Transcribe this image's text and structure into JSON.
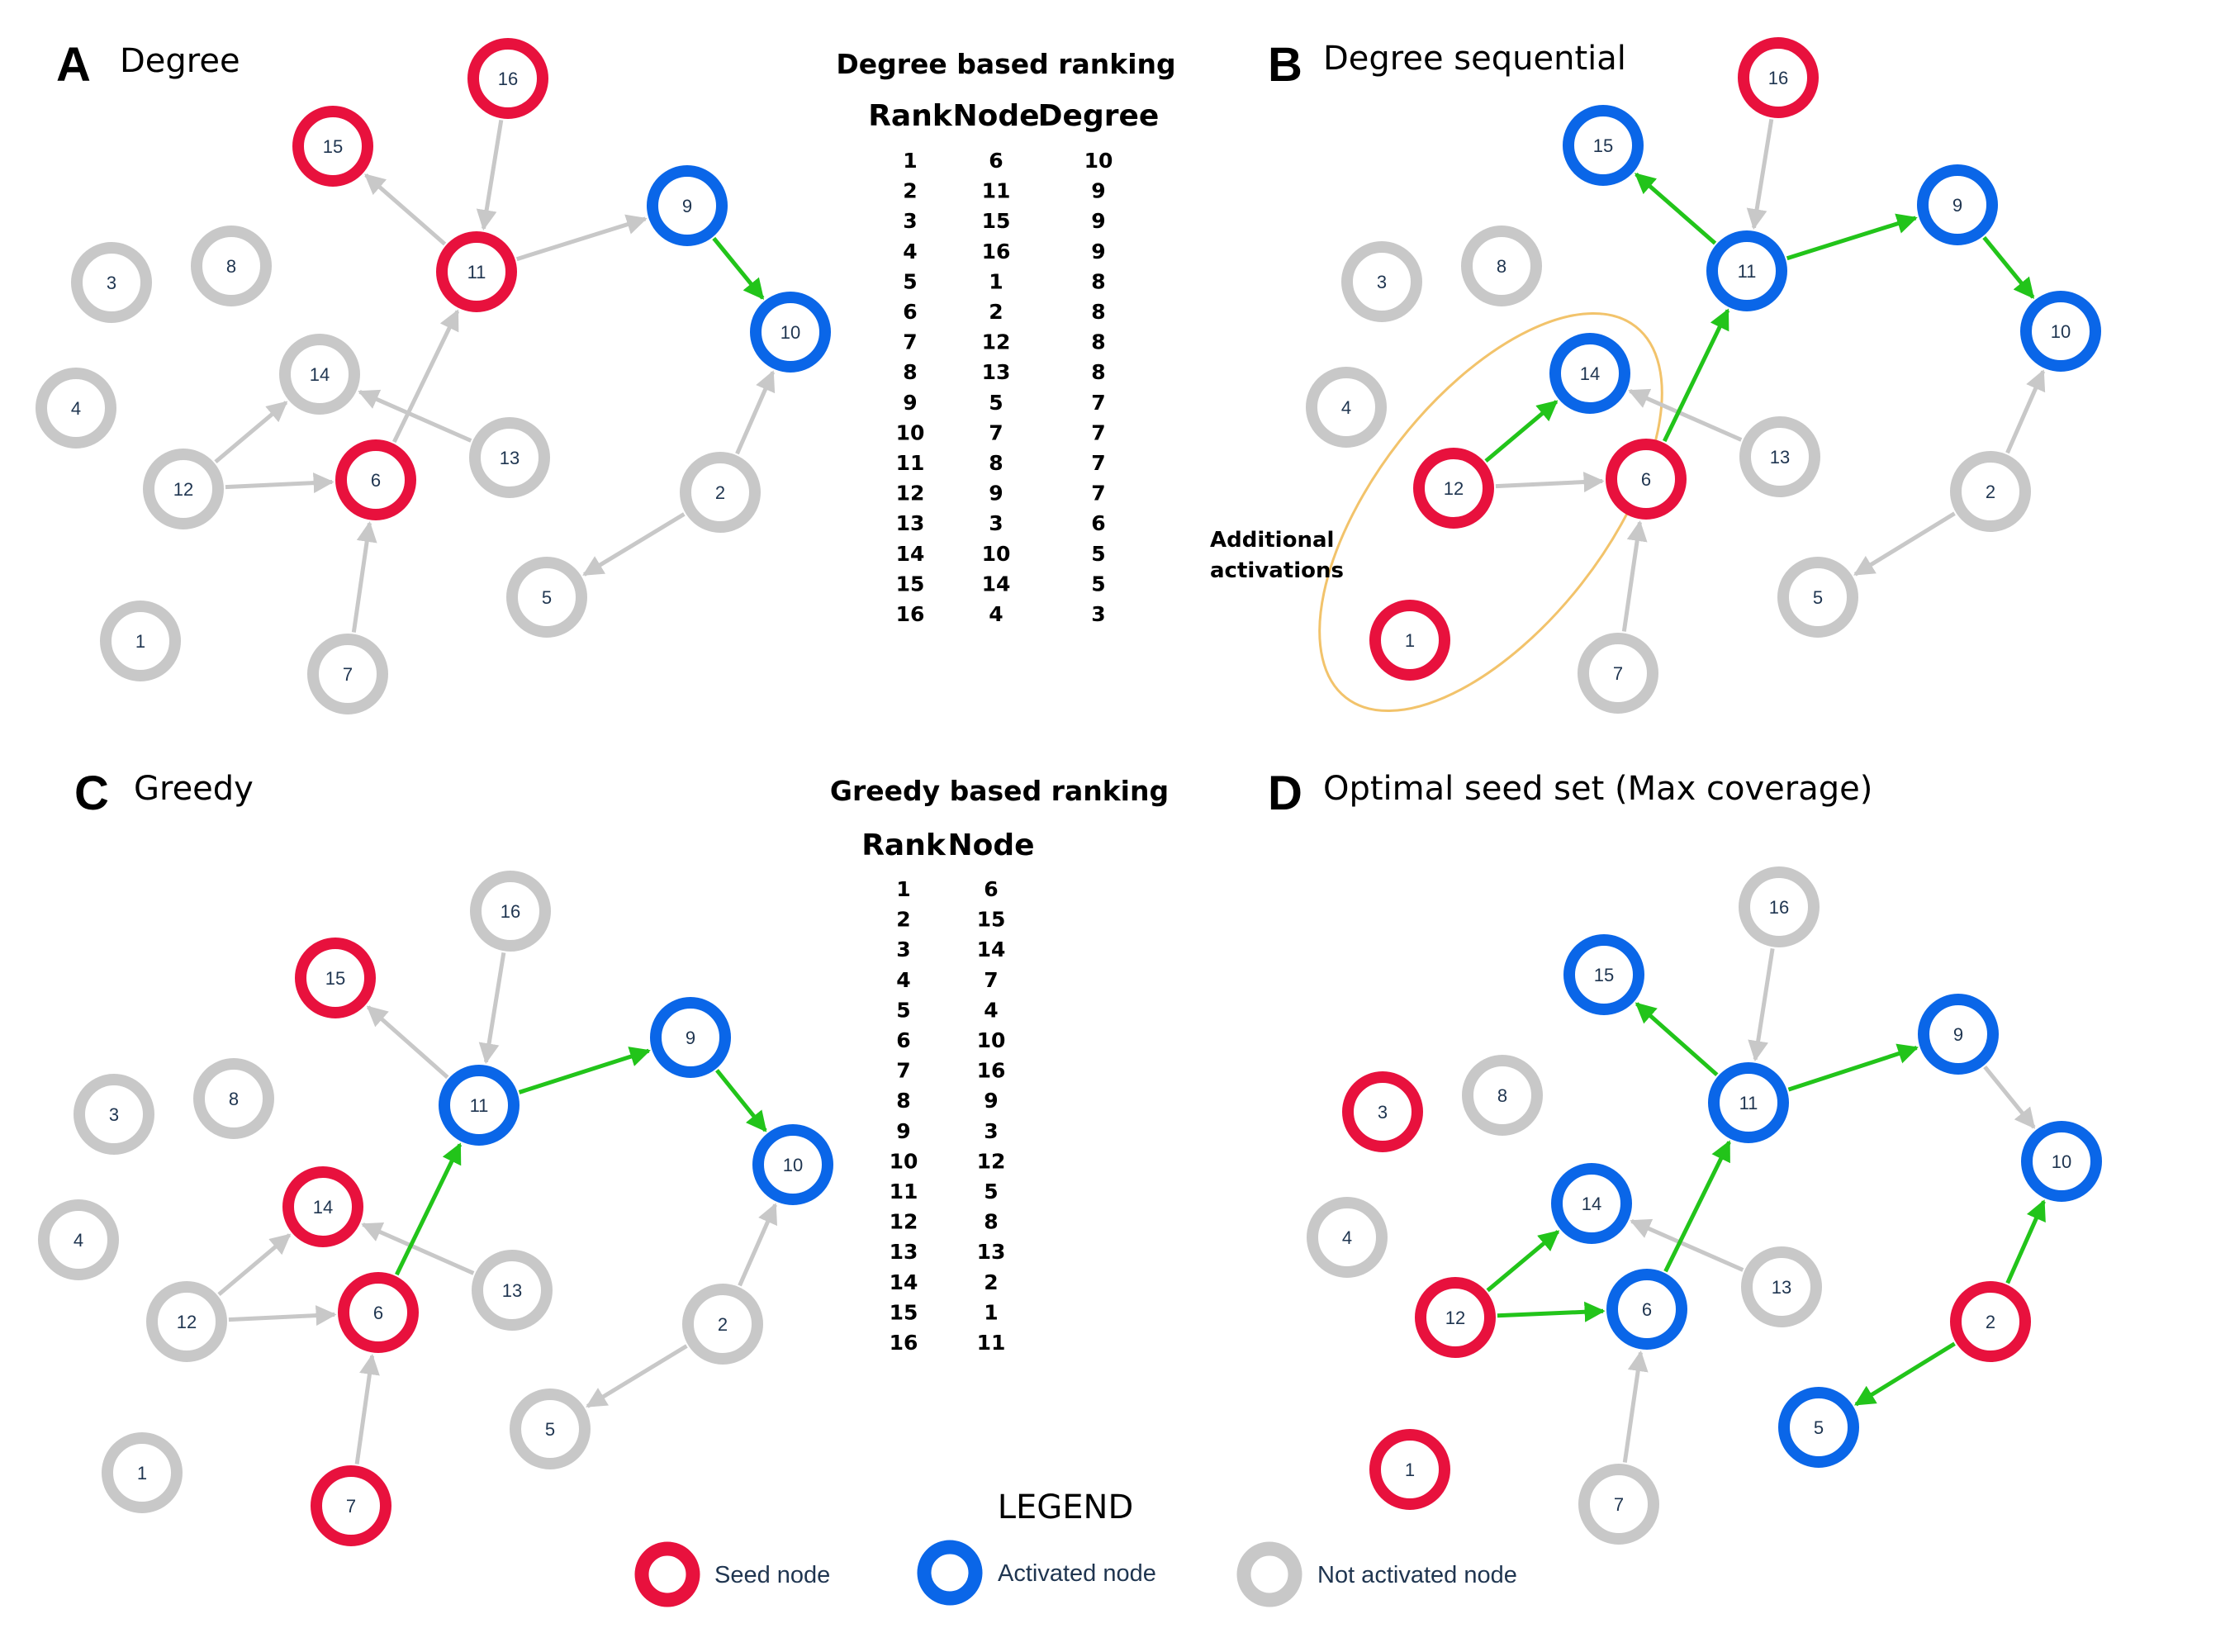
{
  "colors": {
    "seed": "#e8113d",
    "activated": "#0a66e8",
    "inactive": "#c8c8c8",
    "edge_active": "#22c41a",
    "edge_inactive": "#c8c8c8",
    "highlight": "#f2c36b"
  },
  "node_ids": [
    "1",
    "2",
    "3",
    "4",
    "5",
    "6",
    "7",
    "8",
    "9",
    "10",
    "11",
    "12",
    "13",
    "14",
    "15",
    "16"
  ],
  "edges": [
    [
      "16",
      "11"
    ],
    [
      "11",
      "15"
    ],
    [
      "11",
      "9"
    ],
    [
      "9",
      "10"
    ],
    [
      "12",
      "14"
    ],
    [
      "12",
      "6"
    ],
    [
      "13",
      "14"
    ],
    [
      "6",
      "11"
    ],
    [
      "7",
      "6"
    ],
    [
      "2",
      "10"
    ],
    [
      "2",
      "5"
    ]
  ],
  "panels": {
    "A": {
      "letter": "A",
      "title": "Degree",
      "seeds": [
        "16",
        "15",
        "11",
        "6"
      ],
      "activated": [
        "9",
        "10"
      ],
      "active_edges": [
        [
          "9",
          "10"
        ]
      ]
    },
    "B": {
      "letter": "B",
      "title": "Degree sequential",
      "seeds": [
        "16",
        "12",
        "6",
        "1"
      ],
      "activated": [
        "15",
        "11",
        "9",
        "10",
        "14"
      ],
      "active_edges": [
        [
          "11",
          "15"
        ],
        [
          "11",
          "9"
        ],
        [
          "9",
          "10"
        ],
        [
          "12",
          "14"
        ],
        [
          "6",
          "11"
        ]
      ],
      "note_line1": "Additional",
      "note_line2": "activations"
    },
    "C": {
      "letter": "C",
      "title": "Greedy",
      "seeds": [
        "15",
        "14",
        "6",
        "7"
      ],
      "activated": [
        "11",
        "9",
        "10"
      ],
      "active_edges": [
        [
          "11",
          "9"
        ],
        [
          "9",
          "10"
        ],
        [
          "6",
          "11"
        ]
      ]
    },
    "D": {
      "letter": "D",
      "title": "Optimal seed set  (Max coverage)",
      "seeds": [
        "3",
        "12",
        "2",
        "1"
      ],
      "activated": [
        "15",
        "9",
        "11",
        "10",
        "14",
        "6",
        "5"
      ],
      "active_edges": [
        [
          "11",
          "15"
        ],
        [
          "11",
          "9"
        ],
        [
          "12",
          "14"
        ],
        [
          "12",
          "6"
        ],
        [
          "6",
          "11"
        ],
        [
          "2",
          "10"
        ],
        [
          "2",
          "5"
        ]
      ]
    }
  },
  "degree_table": {
    "title": "Degree based ranking",
    "headers": [
      "Rank",
      "Node",
      "Degree"
    ],
    "rows": [
      [
        "1",
        "6",
        "10"
      ],
      [
        "2",
        "11",
        "9"
      ],
      [
        "3",
        "15",
        "9"
      ],
      [
        "4",
        "16",
        "9"
      ],
      [
        "5",
        "1",
        "8"
      ],
      [
        "6",
        "2",
        "8"
      ],
      [
        "7",
        "12",
        "8"
      ],
      [
        "8",
        "13",
        "8"
      ],
      [
        "9",
        "5",
        "7"
      ],
      [
        "10",
        "7",
        "7"
      ],
      [
        "11",
        "8",
        "7"
      ],
      [
        "12",
        "9",
        "7"
      ],
      [
        "13",
        "3",
        "6"
      ],
      [
        "14",
        "10",
        "5"
      ],
      [
        "15",
        "14",
        "5"
      ],
      [
        "16",
        "4",
        "3"
      ]
    ]
  },
  "greedy_table": {
    "title": "Greedy based ranking",
    "headers": [
      "Rank",
      "Node"
    ],
    "rows": [
      [
        "1",
        "6"
      ],
      [
        "2",
        "15"
      ],
      [
        "3",
        "14"
      ],
      [
        "4",
        "7"
      ],
      [
        "5",
        "4"
      ],
      [
        "6",
        "10"
      ],
      [
        "7",
        "16"
      ],
      [
        "8",
        "9"
      ],
      [
        "9",
        "3"
      ],
      [
        "10",
        "12"
      ],
      [
        "11",
        "5"
      ],
      [
        "12",
        "8"
      ],
      [
        "13",
        "13"
      ],
      [
        "14",
        "2"
      ],
      [
        "15",
        "1"
      ],
      [
        "16",
        "11"
      ]
    ]
  },
  "legend": {
    "title": "LEGEND",
    "seed_label": "Seed node",
    "activated_label": "Activated node",
    "inactive_label": "Not activated node"
  }
}
